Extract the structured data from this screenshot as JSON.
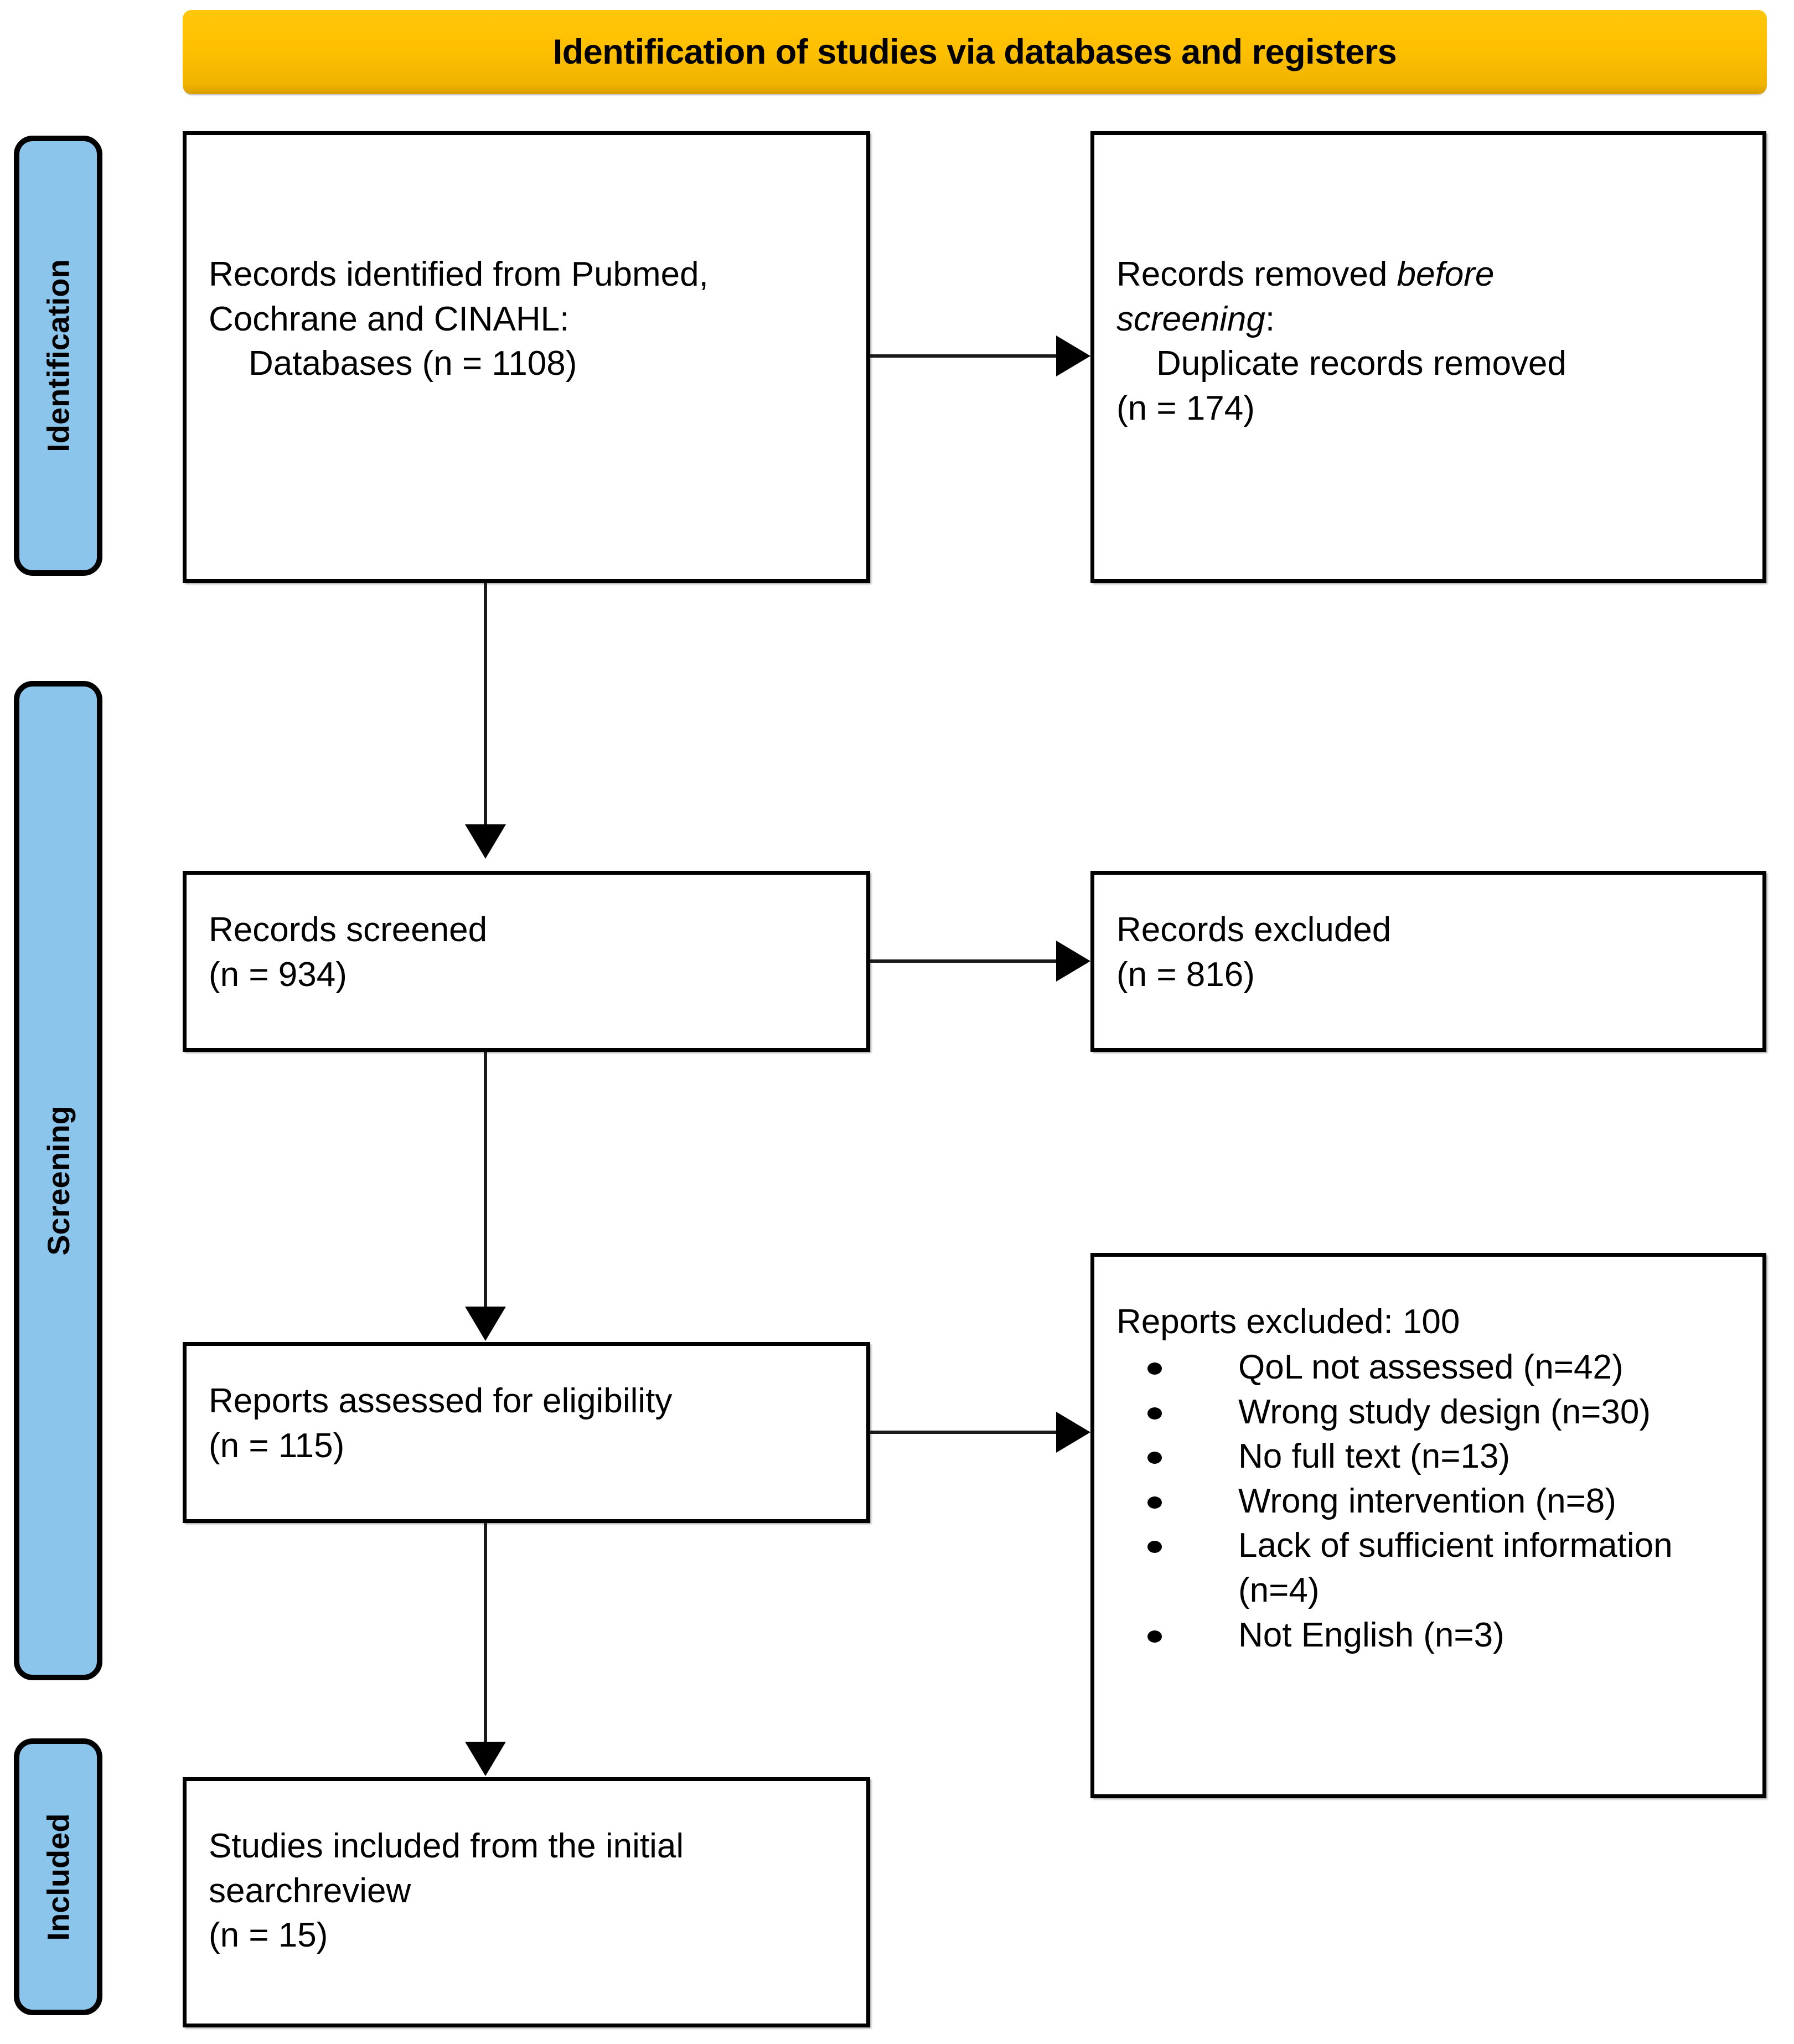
{
  "header": {
    "title": "Identification of studies via databases and registers",
    "bar_color": "#FFC000",
    "text_color": "#000000"
  },
  "stages": [
    {
      "key": "identification",
      "label": "Identification",
      "color": "#8CC5EC"
    },
    {
      "key": "screening",
      "label": "Screening",
      "color": "#8CC5EC"
    },
    {
      "key": "included",
      "label": "Included",
      "color": "#8CC5EC"
    }
  ],
  "boxes": {
    "identified": {
      "line1": "Records identified from Pubmed,",
      "line2": "Cochrane and CINAHL:",
      "line3": "Databases (n = 1108)",
      "count": 1108
    },
    "removed": {
      "line1_prefix": "Records removed ",
      "line1_italic": "before",
      "line2_italic": "screening",
      "line2_suffix": ":",
      "line3": "Duplicate records removed",
      "line4": "(n = 174)",
      "count": 174
    },
    "screened": {
      "line1": "Records screened",
      "line2": "(n = 934)",
      "count": 934
    },
    "excluded": {
      "line1": "Records excluded",
      "line2": "(n = 816)",
      "count": 816
    },
    "assessed": {
      "line1": "Reports assessed for eligibility",
      "line2": "(n = 115)",
      "count": 115
    },
    "reports_excluded": {
      "heading": "Reports excluded: 100",
      "total": 100,
      "reasons": [
        {
          "label": "QoL not assessed (n=42)",
          "n": 42
        },
        {
          "label": "Wrong study design (n=30)",
          "n": 30
        },
        {
          "label": "No full text (n=13)",
          "n": 13
        },
        {
          "label": "Wrong intervention (n=8)",
          "n": 8
        },
        {
          "label": "Lack of sufficient information (n=4)",
          "n": 4
        },
        {
          "label": "Not English (n=3)",
          "n": 3
        }
      ]
    },
    "included": {
      "line1": "Studies included from the initial",
      "line2": "searchreview",
      "line3": "(n = 15)",
      "count": 15
    }
  },
  "chart_data": {
    "type": "diagram",
    "title": "Identification of studies via databases and registers",
    "nodes": [
      {
        "id": "identified",
        "stage": "Identification",
        "text": "Records identified from Pubmed, Cochrane and CINAHL: Databases (n = 1108)",
        "n": 1108
      },
      {
        "id": "removed",
        "stage": "Identification",
        "text": "Records removed before screening: Duplicate records removed (n = 174)",
        "n": 174
      },
      {
        "id": "screened",
        "stage": "Screening",
        "text": "Records screened (n = 934)",
        "n": 934
      },
      {
        "id": "excluded",
        "stage": "Screening",
        "text": "Records excluded (n = 816)",
        "n": 816
      },
      {
        "id": "assessed",
        "stage": "Screening",
        "text": "Reports assessed for eligibility (n = 115)",
        "n": 115
      },
      {
        "id": "reports_excluded",
        "stage": "Screening",
        "text": "Reports excluded: 100",
        "n": 100
      },
      {
        "id": "included",
        "stage": "Included",
        "text": "Studies included from the initial searchreview (n = 15)",
        "n": 15
      }
    ],
    "edges": [
      {
        "from": "identified",
        "to": "removed",
        "direction": "right"
      },
      {
        "from": "identified",
        "to": "screened",
        "direction": "down"
      },
      {
        "from": "screened",
        "to": "excluded",
        "direction": "right"
      },
      {
        "from": "screened",
        "to": "assessed",
        "direction": "down"
      },
      {
        "from": "assessed",
        "to": "reports_excluded",
        "direction": "right"
      },
      {
        "from": "assessed",
        "to": "included",
        "direction": "down"
      }
    ]
  }
}
